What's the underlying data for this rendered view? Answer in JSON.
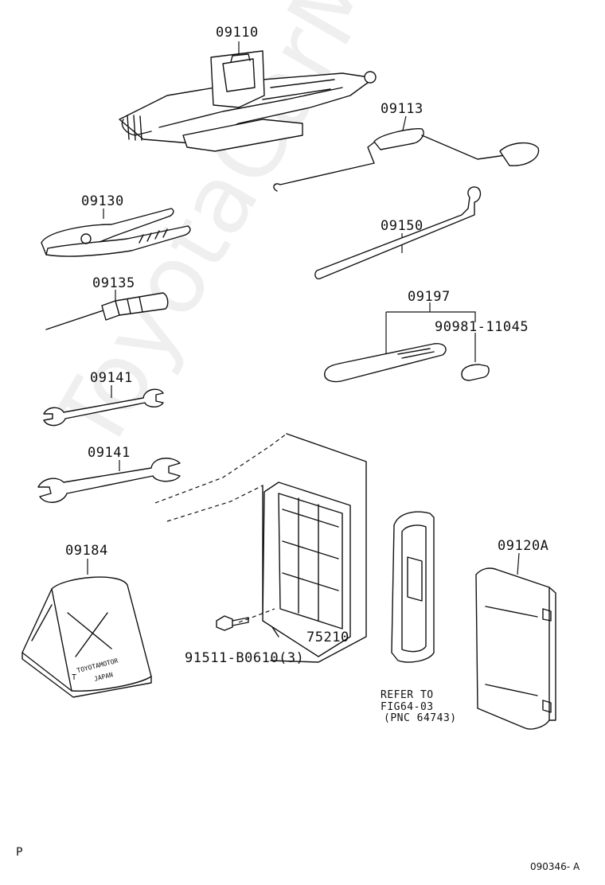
{
  "watermark": "ToyotaCarMine.ru",
  "parts": {
    "jack": "09110",
    "jack_handle": "09113",
    "pliers": "09130",
    "screwdriver": "09135",
    "wrench_small": "09141",
    "wrench_large": "09141",
    "wrench_tool": "09150",
    "tool_set": "09197",
    "tool_set_sub": "90981-11045",
    "wheel_chock": "09184",
    "tool_bag": "09120A",
    "tool_box": "75210",
    "bolt": "91511-B0610(3)"
  },
  "chock_text": {
    "line1": "TOYOTAMOTOR",
    "line2": "JAPAN",
    "mark": "T"
  },
  "refer_note": {
    "line1": "REFER TO",
    "line2": "FIG64-03",
    "line3": "(PNC 64743)"
  },
  "corner_letter": "P",
  "diagram_code": "090346- A"
}
